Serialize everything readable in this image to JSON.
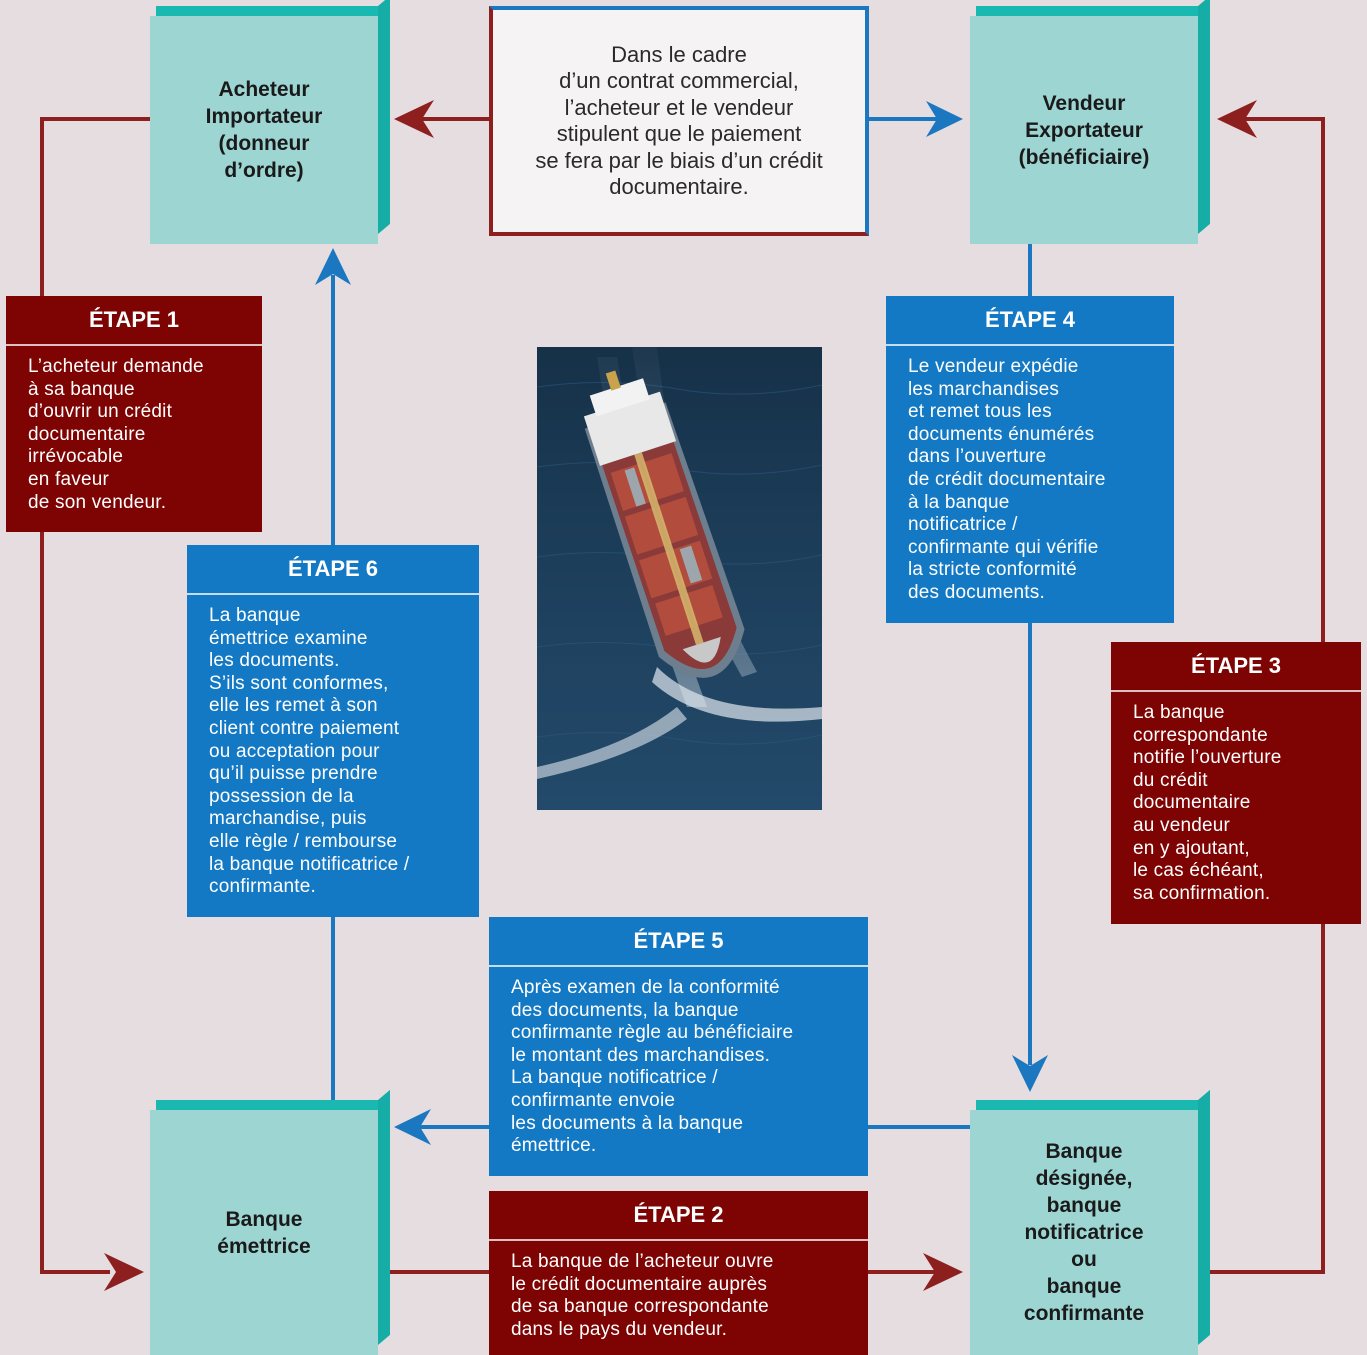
{
  "colors": {
    "background": "#e6dde1",
    "teal_box": "#9dd5d3",
    "teal_edge": "#16ada6",
    "red": "#7e0303",
    "blue": "#1479c4",
    "arrow_red": "#8e1f1f",
    "arrow_blue": "#1a77c0"
  },
  "parties": {
    "buyer": "Acheteur\nImportateur\n(donneur\nd’ordre)",
    "seller": "Vendeur\nExportateur\n(bénéficiaire)",
    "issuing_bank": "Banque\némettrice",
    "confirming_bank": "Banque\ndésignée,\nbanque\nnotificatrice\nou\nbanque\nconfirmante"
  },
  "context_text": "Dans le cadre\nd’un contrat commercial,\nl’acheteur et le vendeur\nstipulent que le paiement\nse fera par le biais d’un crédit\ndocumentaire.",
  "steps": {
    "step1": {
      "title": "ÉTAPE 1",
      "text": "L’acheteur demande\nà sa banque\nd’ouvrir  un crédit\ndocumentaire\nirrévocable\nen faveur\nde son vendeur."
    },
    "step2": {
      "title": "ÉTAPE 2",
      "text": "La banque de l’acheteur ouvre\nle crédit documentaire auprès\nde sa banque correspondante\ndans le pays du vendeur."
    },
    "step3": {
      "title": "ÉTAPE 3",
      "text": "La banque\ncorrespondante\nnotifie l’ouverture\ndu crédit\ndocumentaire\nau vendeur\nen y  ajoutant,\nle cas  échéant,\nsa confirmation."
    },
    "step4": {
      "title": "ÉTAPE 4",
      "text": "Le vendeur expédie\nles marchandises\net remet tous les\ndocuments énumérés\ndans l’ouverture\nde crédit documentaire\nà la banque\nnotificatrice /\nconfirmante qui vérifie\nla stricte conformité\ndes documents."
    },
    "step5": {
      "title": "ÉTAPE 5",
      "text": "Après examen de la conformité\ndes documents, la banque\nconfirmante règle au bénéficiaire\nle montant des marchandises.\nLa banque notificatrice /\nconfirmante envoie\nles documents à la banque\némettrice."
    },
    "step6": {
      "title": "ÉTAPE 6",
      "text": "La banque\némettrice examine\nles documents.\nS’ils sont conformes,\nelle les remet à son\nclient contre paiement\nou acceptation pour\nqu’il puisse prendre\npossession de la\nmarchandise, puis\nelle règle / rembourse\nla banque notificatrice /\nconfirmante."
    }
  }
}
